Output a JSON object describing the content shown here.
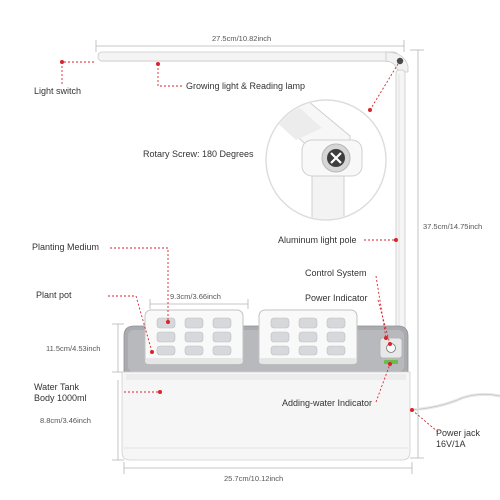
{
  "labels": {
    "light_switch": "Light switch",
    "growing_light": "Growing light & Reading lamp",
    "rotary_screw": "Rotary Screw: 180 Degrees",
    "aluminum_pole": "Aluminum light pole",
    "planting_medium": "Planting Medium",
    "plant_pot": "Plant pot",
    "control_system": "Control System",
    "power_indicator": "Power Indicator",
    "water_tank_line1": "Water Tank",
    "water_tank_line2": "Body 1000ml",
    "adding_water": "Adding-water Indicator",
    "power_jack_line1": "Power jack",
    "power_jack_line2": "16V/1A"
  },
  "dimensions": {
    "lamp_width": "27.5cm/10.82inch",
    "total_height": "37.5cm/14.75inch",
    "pot_width": "9.3cm/3.66inch",
    "base_height": "11.5cm/4.53inch",
    "tank_height": "8.8cm/3.46inch",
    "base_width": "25.7cm/10.12inch"
  },
  "colors": {
    "annotation": "#d9242b",
    "guide_line": "#b5b5b5",
    "body_white": "#f6f6f6",
    "lid_gray": "#a9abaf"
  }
}
